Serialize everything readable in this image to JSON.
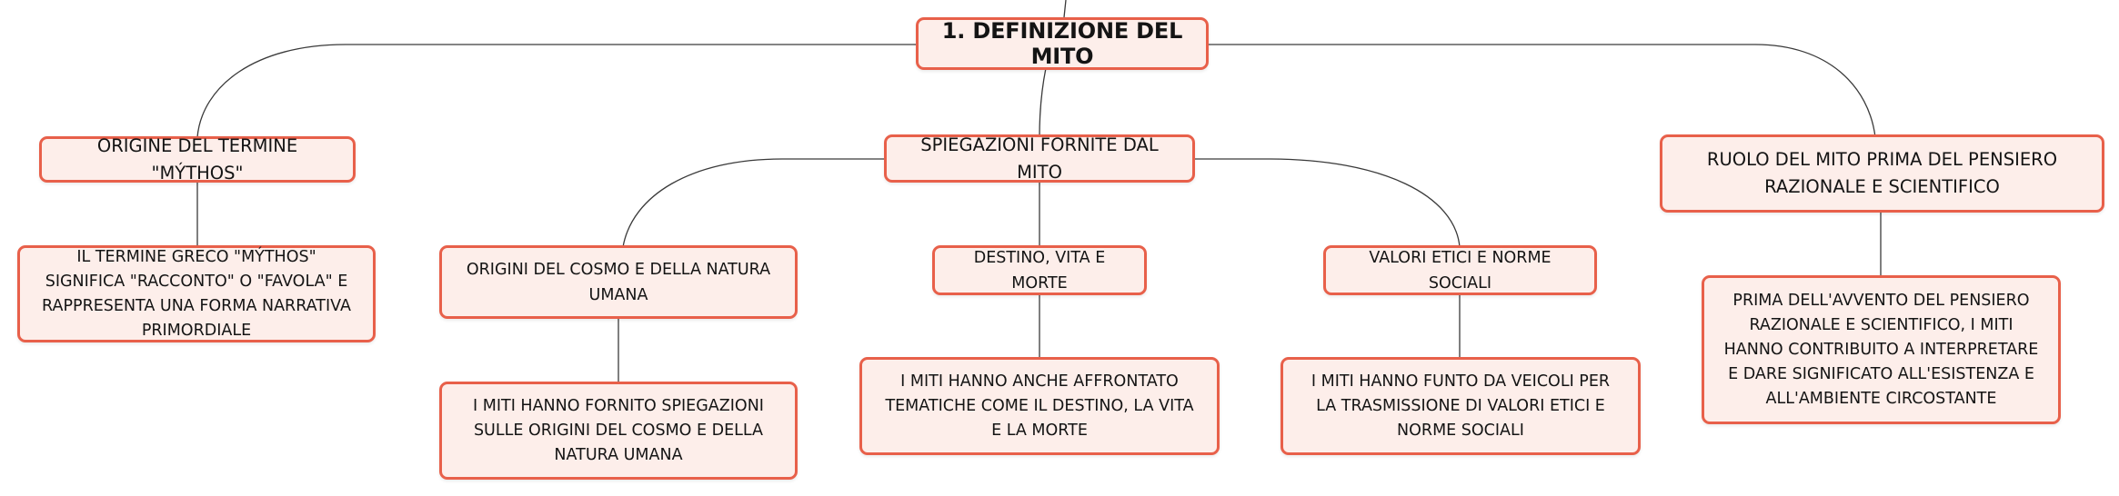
{
  "root": {
    "label": "1. DEFINIZIONE DEL MITO"
  },
  "branches": [
    {
      "label": "ORIGINE DEL TERMINE \"MÝTHOS\"",
      "detail": "IL TERMINE GRECO \"MÝTHOS\" SIGNIFICA \"RACCONTO\" O \"FAVOLA\" E RAPPRESENTA UNA FORMA NARRATIVA PRIMORDIALE"
    },
    {
      "label": "SPIEGAZIONI FORNITE DAL MITO",
      "children": [
        {
          "label": "ORIGINI DEL COSMO E DELLA NATURA UMANA",
          "detail": "I MITI HANNO FORNITO SPIEGAZIONI SULLE ORIGINI DEL COSMO E DELLA NATURA UMANA"
        },
        {
          "label": "DESTINO, VITA E MORTE",
          "detail": "I MITI HANNO ANCHE AFFRONTATO TEMATICHE COME IL DESTINO, LA VITA E LA MORTE"
        },
        {
          "label": "VALORI ETICI E NORME SOCIALI",
          "detail": "I MITI HANNO FUNTO DA VEICOLI PER LA TRASMISSIONE DI VALORI ETICI E NORME SOCIALI"
        }
      ]
    },
    {
      "label": "RUOLO DEL MITO PRIMA DEL PENSIERO RAZIONALE E SCIENTIFICO",
      "detail": "PRIMA DELL'AVVENTO DEL PENSIERO RAZIONALE E SCIENTIFICO, I MITI HANNO CONTRIBUITO A INTERPRETARE E DARE SIGNIFICATO ALL'ESISTENZA E ALL'AMBIENTE CIRCOSTANTE"
    }
  ],
  "colors": {
    "node_border": "#e8604a",
    "node_fill": "#fdeeea",
    "connector": "#3a3a3a",
    "text": "#141414"
  }
}
